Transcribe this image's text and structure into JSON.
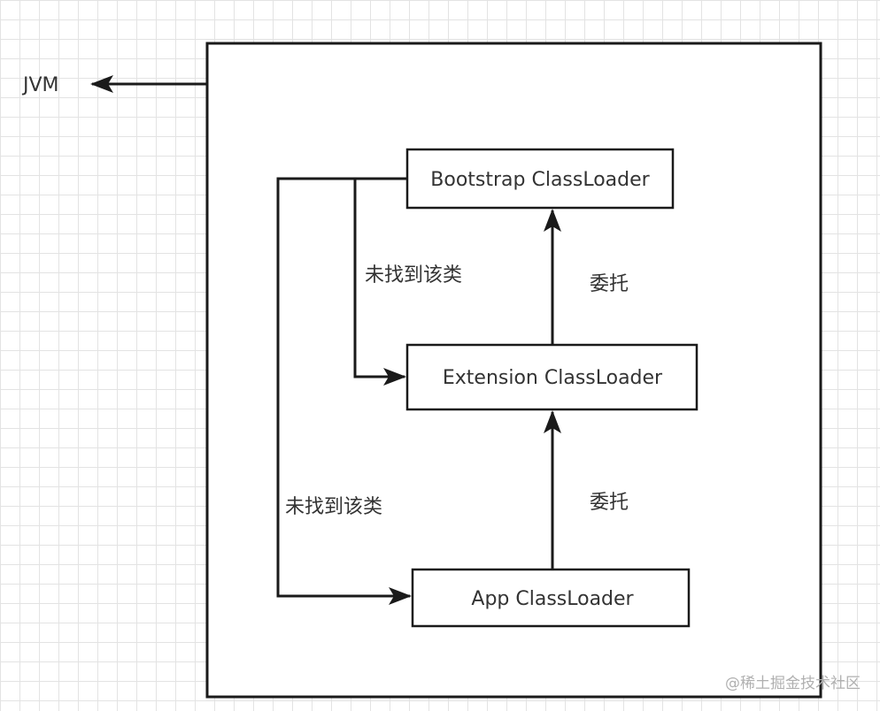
{
  "jvm_label": "JVM",
  "nodes": {
    "bootstrap": "Bootstrap ClassLoader",
    "extension": "Extension ClassLoader",
    "app": "App ClassLoader"
  },
  "edges": {
    "delegate_upper": "委托",
    "delegate_lower": "委托",
    "not_found_upper": "未找到该类",
    "not_found_lower": "未找到该类"
  },
  "watermark": "@稀土掘金技术社区",
  "colors": {
    "stroke": "#1a1a1a",
    "text": "#333333",
    "grid": "#e3e3e3",
    "watermark": "#b0b0b0"
  }
}
